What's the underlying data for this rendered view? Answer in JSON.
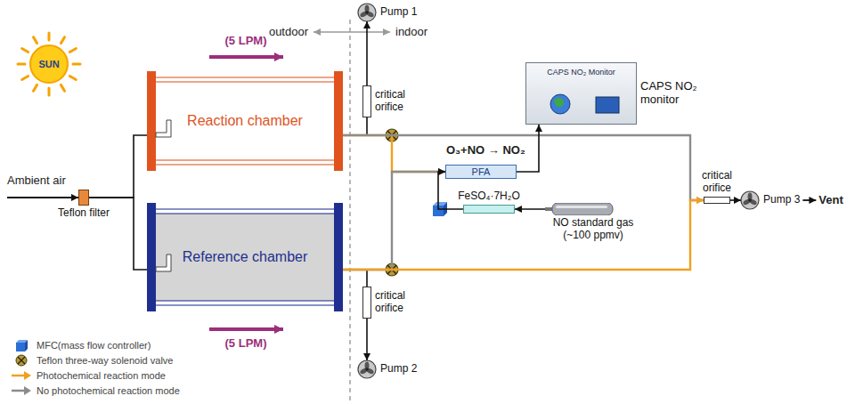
{
  "diagram": {
    "nodes": [
      {
        "text": [
          "SUN"
        ]
      },
      {
        "text": [
          "Teflon filter"
        ]
      },
      {
        "text": [
          "Reaction chamber"
        ]
      },
      {
        "text": [
          "Reference chamber"
        ]
      },
      {
        "text": [
          "Pump 1"
        ]
      },
      {
        "text": [
          "critical orifice"
        ]
      },
      {
        "text": [
          "critical orifice"
        ]
      },
      {
        "text": [
          "Pump 2"
        ]
      },
      {
        "text": [
          "CAPS NO₂ Monitor",
          "CAPS NO₂ monitor"
        ]
      },
      {
        "text": [
          "PFA"
        ]
      },
      {
        "text": [
          "FeSO₄·7H₂O"
        ]
      },
      {
        "text": [
          "NO standard gas (~100 ppmv)"
        ]
      },
      {
        "text": [
          "critical orifice"
        ]
      },
      {
        "text": [
          "Pump 3"
        ]
      }
    ],
    "edges": [
      {
        "from": 1,
        "to": 2,
        "arrow": "none"
      },
      {
        "from": 1,
        "to": 3,
        "arrow": "none"
      },
      {
        "from": 2,
        "to": 5,
        "arrow": "none"
      },
      {
        "from": 5,
        "to": 4,
        "arrow": "to"
      },
      {
        "from": 3,
        "to": 6,
        "arrow": "none"
      },
      {
        "from": 6,
        "to": 7,
        "arrow": "to"
      },
      {
        "from": 2,
        "to": 9,
        "arrow": "to"
      },
      {
        "from": 3,
        "to": 9,
        "arrow": "to"
      },
      {
        "from": 2,
        "to": 12,
        "arrow": "to"
      },
      {
        "from": 3,
        "to": 12,
        "arrow": "to"
      },
      {
        "from": 9,
        "to": 8,
        "arrow": "to"
      },
      {
        "from": 11,
        "to": 10,
        "arrow": "to"
      },
      {
        "from": 10,
        "to": 9,
        "arrow": "to"
      },
      {
        "from": 12,
        "to": 13,
        "arrow": "to"
      }
    ],
    "labels": [
      "outdoor",
      "indoor",
      "(5 LPM)",
      "(5 LPM)",
      "Ambient air",
      "O₃+NO → NO₂",
      "Vent"
    ],
    "legend": [
      {
        "text": "MFC(mass flow controller)"
      },
      {
        "text": "Teflon three-way solenoid valve"
      },
      {
        "text": "Photochemical reaction mode"
      },
      {
        "text": "No photochemical reaction mode"
      }
    ]
  }
}
